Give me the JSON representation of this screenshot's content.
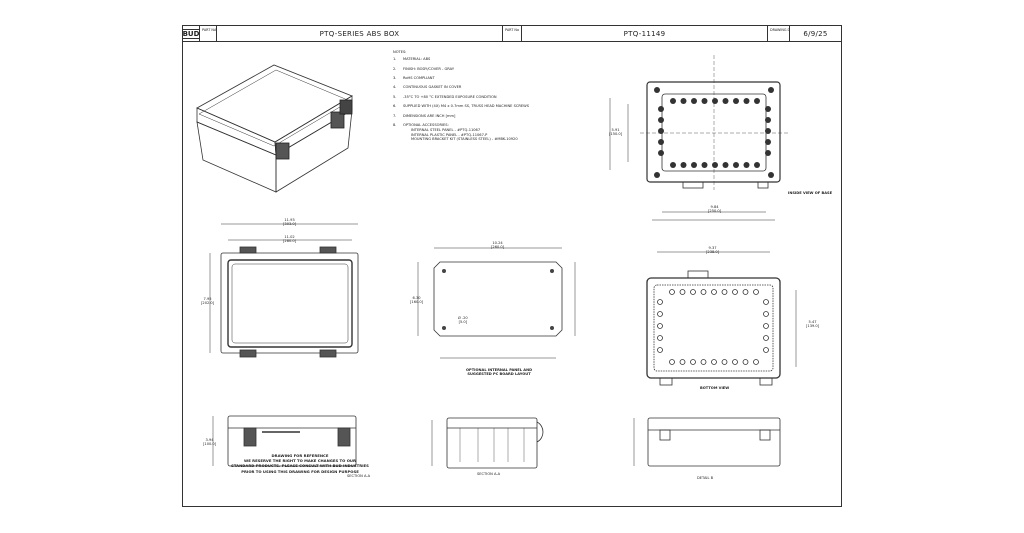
{
  "title_block": {
    "logo": "BUD",
    "part_name_label": "PART NAME",
    "part_name": "PTQ-SERIES ABS BOX",
    "part_no_label": "PART No",
    "part_no": "PTQ-11149",
    "drawing_date_label": "DRAWING DATE",
    "drawing_date": "6/9/25"
  },
  "notes": {
    "title": "NOTES:",
    "items": [
      {
        "num": "1.",
        "text": "MATERIAL: ABS"
      },
      {
        "num": "2.",
        "text": "FINISH: BODY/COVER - GRAY"
      },
      {
        "num": "3.",
        "text": "RoHS COMPLIANT"
      },
      {
        "num": "4.",
        "text": "CONTINUOUS GASKET IN COVER"
      },
      {
        "num": "5.",
        "text": "-35°C TO +80 °C EXTENDED EXPOSURE CONDITION"
      },
      {
        "num": "6.",
        "text": "SUPPLIED WITH (4X) M4 x 0.7mm SS, TRUSS HEAD MACHINE SCREWS"
      },
      {
        "num": "7.",
        "text": "DIMENSIONS ARE INCH [mm]"
      },
      {
        "num": "8.",
        "text": "OPTIONAL ACCESSORIES:"
      }
    ],
    "accessories": [
      "INTERNAL STEEL PANEL - #PTQ-11067",
      "INTERNAL PLASTIC PANEL - #PTQ-11067-P",
      "MOUNTING BRACKET KIT (STAINLESS STEEL) - #MBK-10920"
    ]
  },
  "view_labels": {
    "inside_base": "INSIDE VIEW OF BASE",
    "bottom": "BOTTOM VIEW",
    "panel_line1": "OPTIONAL INTERNAL PANEL AND",
    "panel_line2": "SUGGESTED PC BOARD LAYOUT",
    "section": "SECTION A-A",
    "detail_a": "SECTION A-A",
    "detail_b": "DETAIL B"
  },
  "footer": {
    "line1": "DRAWING FOR REFERENCE",
    "line2": "WE RESERVE THE RIGHT TO MAKE CHANGES TO OUR",
    "line3": "STANDARD PRODUCTS. PLEASE CONSULT WITH BUD INDUSTRIES",
    "line4": "PRIOR TO USING THIS DRAWING FOR DESIGN PURPOSE"
  },
  "dimension_texts": {
    "top_w1": "11.93",
    "top_w1_mm": "[303.0]",
    "top_w2": "11.02",
    "top_w2_mm": "[280.0]",
    "top_h": "7.95",
    "top_h_mm": "[202.0]",
    "panel_w": "10.24",
    "panel_w_mm": "[260.0]",
    "panel_h": "6.30",
    "panel_h_mm": "[160.0]",
    "panel_hole": "Ø .20",
    "panel_hole_mm": "[5.0]",
    "base_w": "9.84",
    "base_w_mm": "[250.0]",
    "base_h": "5.91",
    "base_h_mm": "[150.0]",
    "bottom_w": "9.37",
    "bottom_w_mm": "[238.0]",
    "bottom_h": "5.47",
    "bottom_h_mm": "[139.0]",
    "side_h": "3.94",
    "side_h_mm": "[100.0]"
  }
}
